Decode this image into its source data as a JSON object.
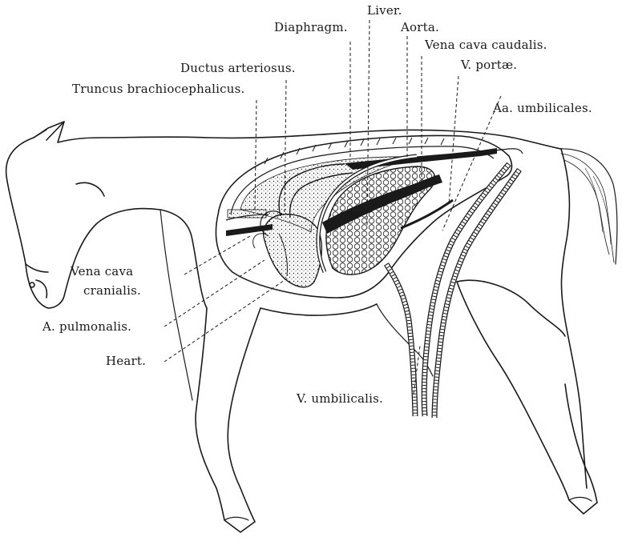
{
  "labels": {
    "liver": "Liver.",
    "diaphragm": "Diaphragm.",
    "aorta": "Aorta.",
    "vena_cava_caudalis": "Vena cava caudalis.",
    "v_portae": "V. portæ.",
    "ductus_arteriosus": "Ductus arteriosus.",
    "truncus_brachiocephalicus": "Truncus brachiocephalicus.",
    "aa_umbilicales": "Aa. umbilicales.",
    "vena_cava_cranialis_line1": "Vena cava",
    "vena_cava_cranialis_line2": "cranialis.",
    "a_pulmonalis": "A. pulmonalis.",
    "heart": "Heart.",
    "v_umbilicalis": "V. umbilicalis."
  },
  "colors": {
    "ink": "#1a1a1a",
    "paper": "#ffffff"
  }
}
